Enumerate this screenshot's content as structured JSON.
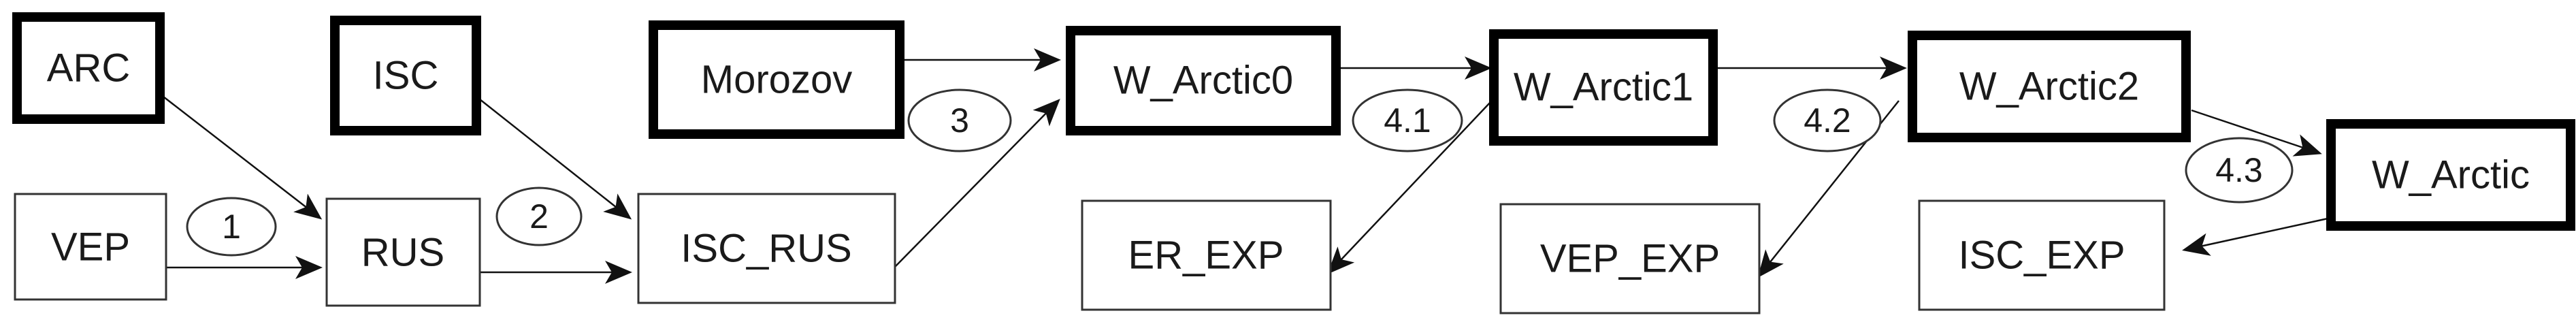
{
  "nodes": {
    "arc": "ARC",
    "isc": "ISC",
    "morozov": "Morozov",
    "w_arctic0": "W_Arctic0",
    "w_arctic1": "W_Arctic1",
    "w_arctic2": "W_Arctic2",
    "w_arctic": "W_Arctic",
    "vep": "VEP",
    "rus": "RUS",
    "isc_rus": "ISC_RUS",
    "er_exp": "ER_EXP",
    "vep_exp": "VEP_EXP",
    "isc_exp": "ISC_EXP"
  },
  "steps": {
    "s1": "1",
    "s2": "2",
    "s3": "3",
    "s4_1": "4.1",
    "s4_2": "4.2",
    "s4_3": "4.3"
  },
  "colors": {
    "stroke": "#000000",
    "fill": "#ffffff",
    "text": "#1a1a1a"
  }
}
